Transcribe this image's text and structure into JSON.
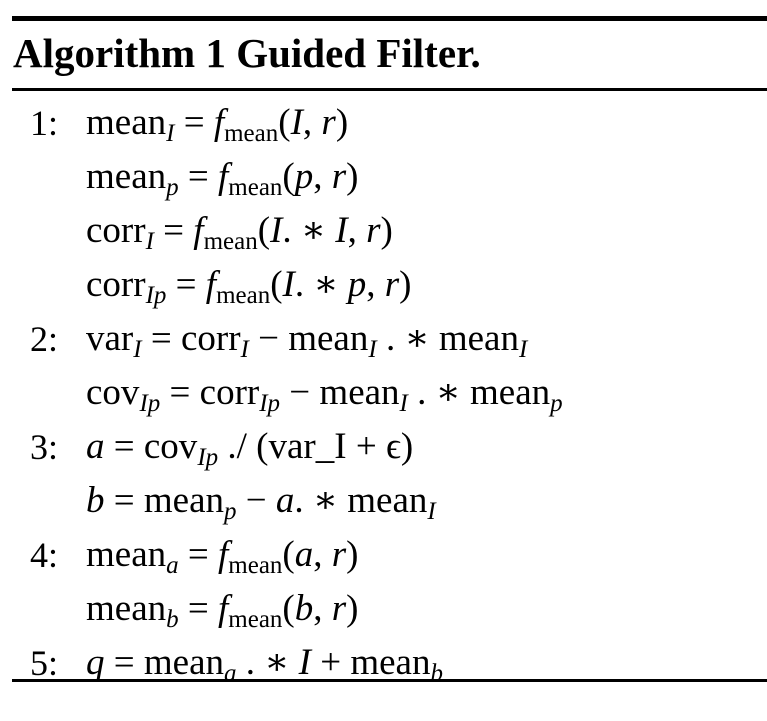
{
  "caption": {
    "label": "Algorithm 1",
    "title": "Guided Filter."
  },
  "steps": [
    {
      "number": "1:",
      "lhs": "mean",
      "lhs_sub": "I",
      "rhs": "= f",
      "rhs_sub": "mean",
      "args": "(I, r)"
    },
    {
      "number": "",
      "lhs": "mean",
      "lhs_sub": "p",
      "rhs": "= f",
      "rhs_sub": "mean",
      "args": "(p, r)"
    },
    {
      "number": "",
      "lhs": "corr",
      "lhs_sub": "I",
      "rhs": "= f",
      "rhs_sub": "mean",
      "args": "(I. ∗ I, r)"
    },
    {
      "number": "",
      "lhs": "corr",
      "lhs_sub": "Ip",
      "rhs": "= f",
      "rhs_sub": "mean",
      "args": "(I. ∗ p, r)"
    },
    {
      "number": "2:",
      "text": "var_I = corr_I − mean_I . ∗ mean_I"
    },
    {
      "number": "",
      "text": "cov_Ip = corr_Ip − mean_I . ∗ mean_p"
    },
    {
      "number": "3:",
      "text": "a = cov_Ip ./ (var_I + ϵ)"
    },
    {
      "number": "",
      "text": "b = mean_p − a. ∗ mean_I"
    },
    {
      "number": "4:",
      "lhs": "mean",
      "lhs_sub": "a",
      "rhs": "= f",
      "rhs_sub": "mean",
      "args": "(a, r)"
    },
    {
      "number": "",
      "lhs": "mean",
      "lhs_sub": "b",
      "rhs": "= f",
      "rhs_sub": "mean",
      "args": "(b, r)"
    },
    {
      "number": "5:",
      "text": "q = mean_a . ∗ I + mean_b"
    }
  ]
}
